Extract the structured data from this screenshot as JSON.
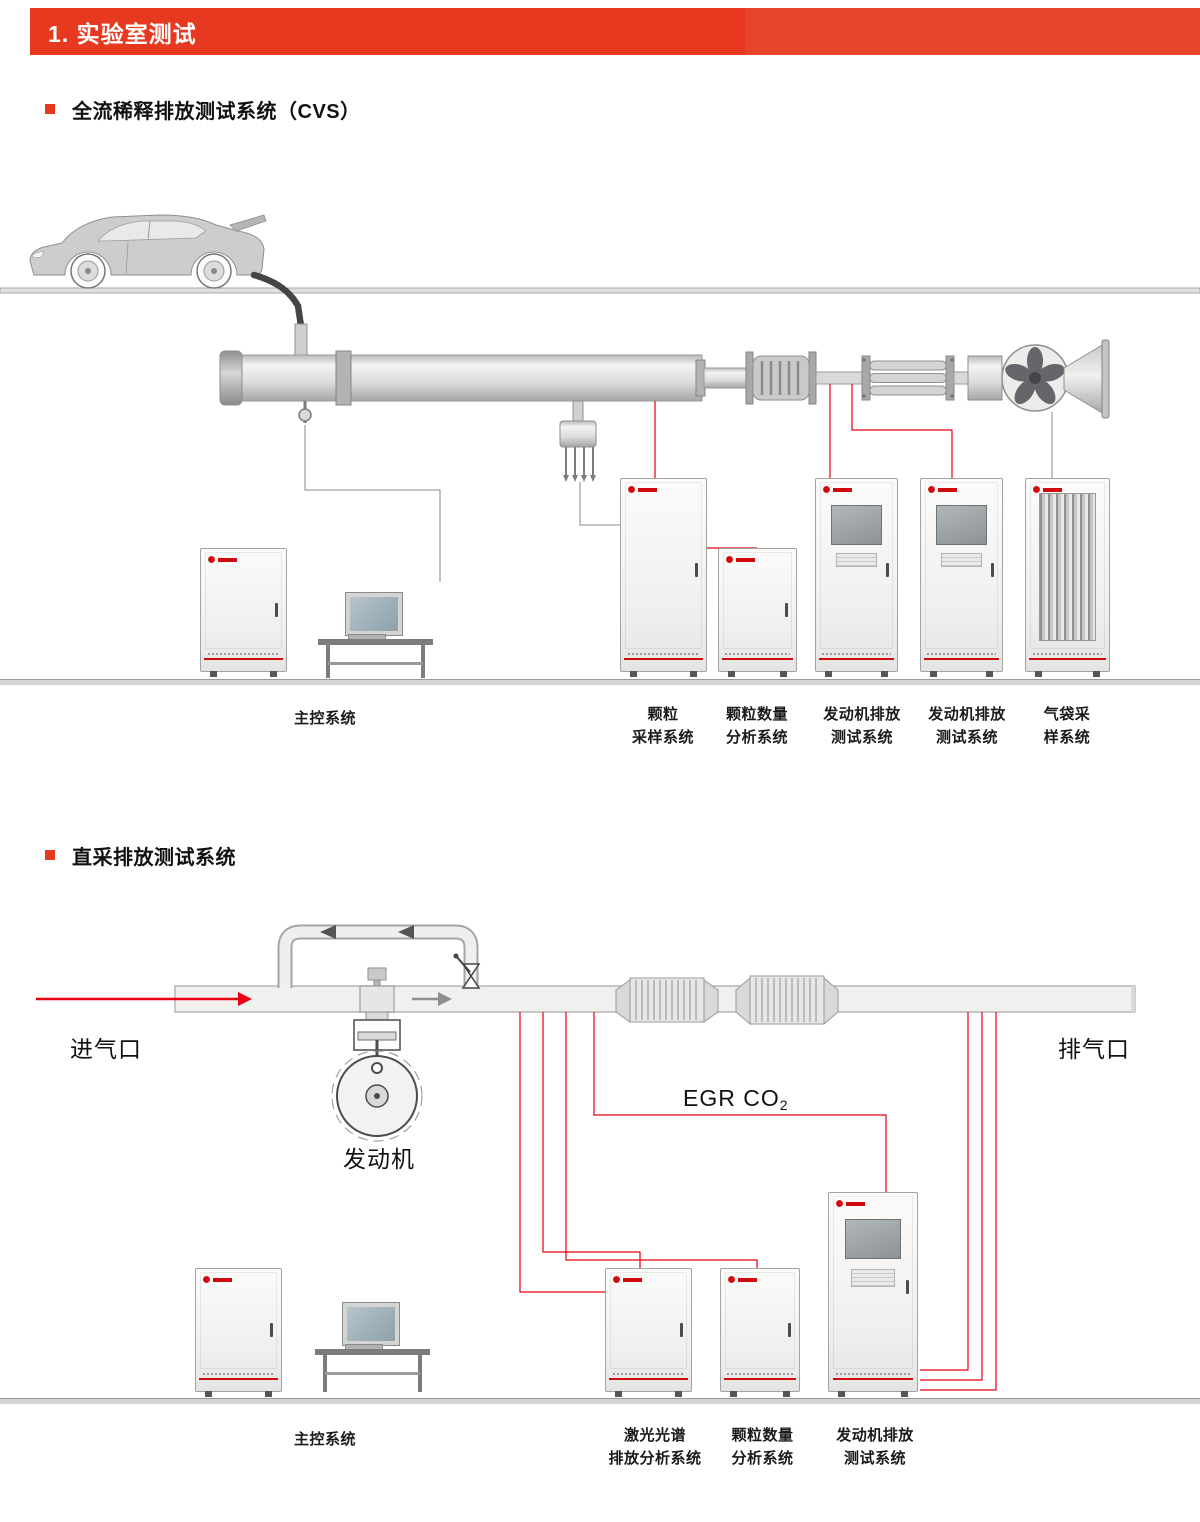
{
  "colors": {
    "accent_red": "#e6391f",
    "line_red": "#e60012"
  },
  "banner": {
    "title": "1. 实验室测试"
  },
  "section_cvs": {
    "title": "全流稀释排放测试系统（CVS）",
    "labels": {
      "main_control": "主控系统",
      "particle_sampling": "颗粒\n采样系统",
      "particle_number": "颗粒数量\n分析系统",
      "engine_emission_1": "发动机排放\n测试系统",
      "engine_emission_2": "发动机排放\n测试系统",
      "gas_bag": "气袋采\n样系统"
    }
  },
  "section_direct": {
    "title": "直采排放测试系统",
    "diagram": {
      "intake": "进气口",
      "exhaust": "排气口",
      "engine": "发动机",
      "egr_main": "EGR CO",
      "egr_sub": "2"
    },
    "labels": {
      "main_control": "主控系统",
      "laser": "激光光谱\n排放分析系统",
      "particle_number": "颗粒数量\n分析系统",
      "engine_emission": "发动机排放\n测试系统"
    }
  }
}
